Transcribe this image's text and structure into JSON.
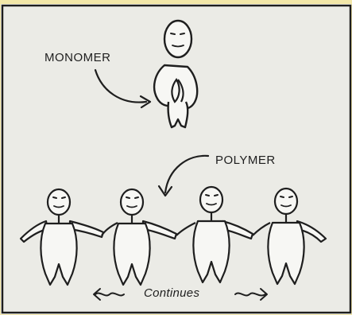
{
  "diagram": {
    "labels": {
      "monomer": "MONOMER",
      "polymer": "POLYMER",
      "continues": "Continues"
    }
  },
  "colors": {
    "background_edge": "#f2e7a8",
    "panel": "#ebebe6",
    "ink": "#1e1e1e",
    "figure_fill": "#f7f7f4"
  }
}
